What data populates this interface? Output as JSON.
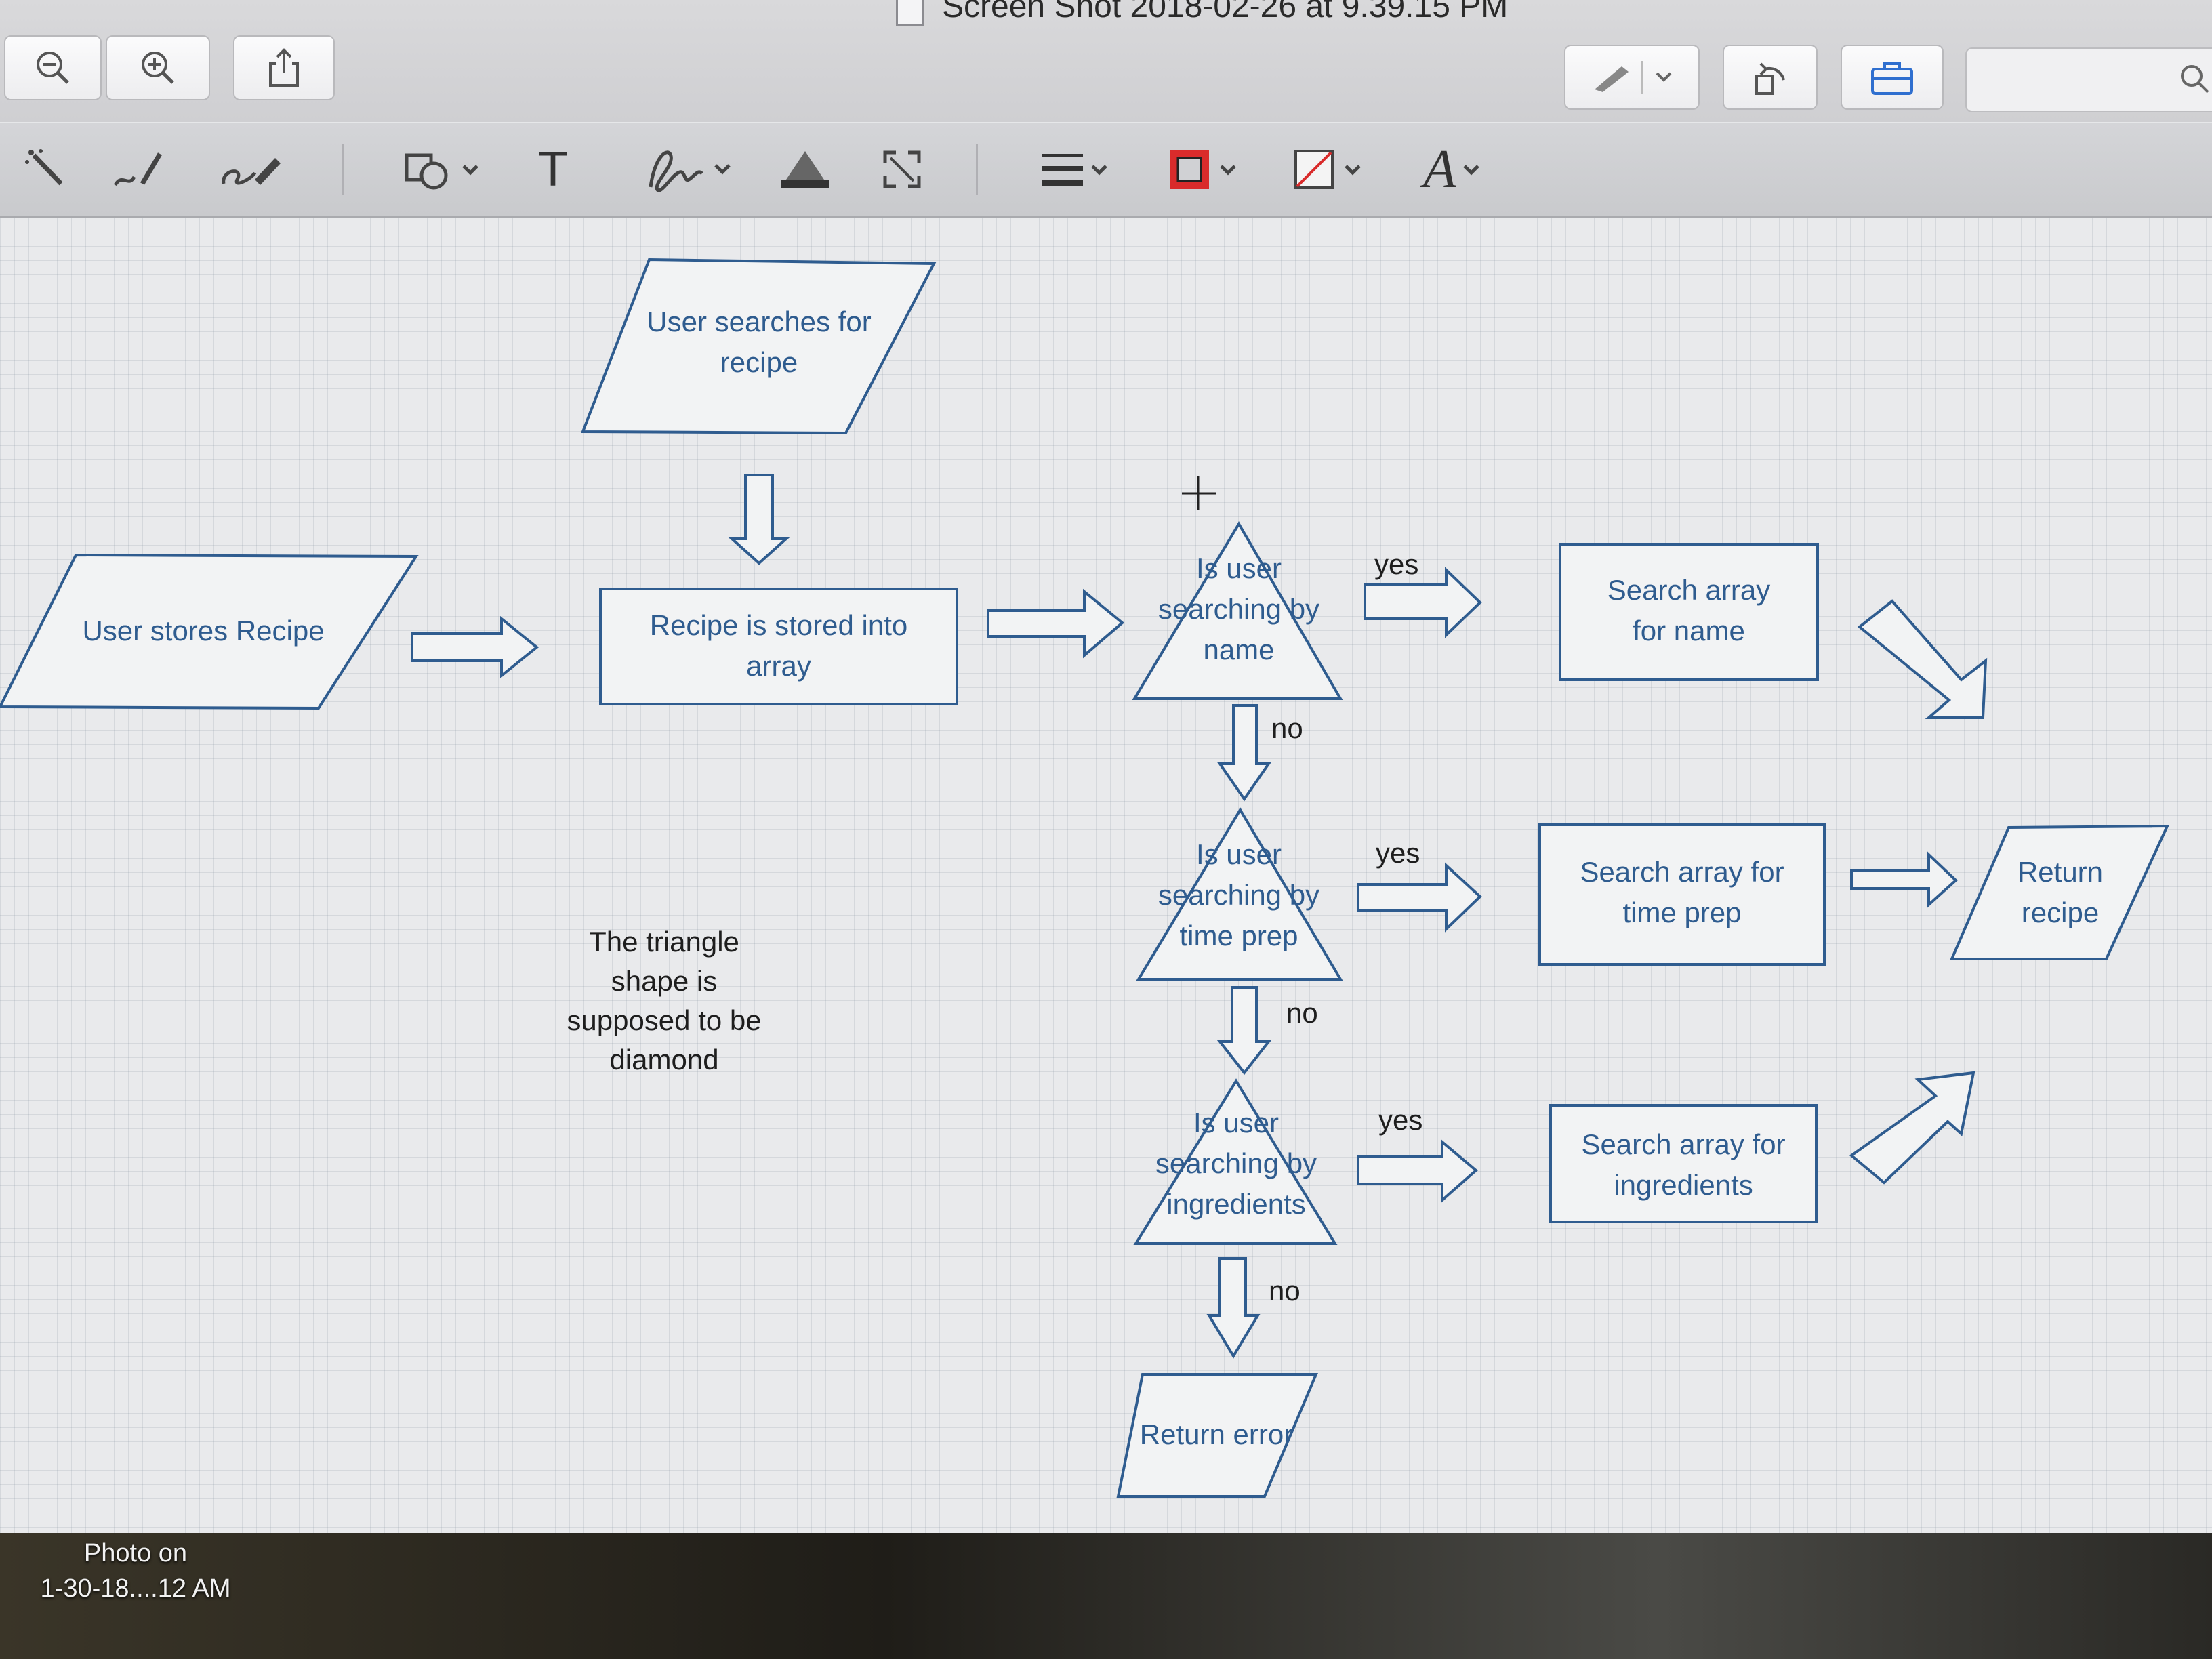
{
  "window": {
    "title": "Screen Shot 2018-02-26 at 9.39.15 PM"
  },
  "toolbar": {
    "buttons": [
      {
        "icon": "zoom-out-icon"
      },
      {
        "icon": "zoom-in-icon"
      },
      {
        "icon": "share-icon"
      },
      {
        "icon": "pen-icon"
      },
      {
        "icon": "rotate-icon"
      },
      {
        "icon": "toolbox-icon"
      },
      {
        "icon": "search-icon"
      }
    ]
  },
  "markup_toolbar": {
    "tools": [
      "instant-alpha-icon",
      "sketch-icon",
      "draw-icon",
      "shapes-icon",
      "text-icon",
      "sign-icon",
      "adjust-color-icon",
      "adjust-size-icon",
      "shape-style-icon",
      "border-color-icon",
      "fill-color-icon",
      "text-style-icon"
    ],
    "text_tool_glyph": "T",
    "text_style_glyph": "A",
    "border_color": "#d92b2b",
    "fill_color": "none"
  },
  "flowchart": {
    "colors": {
      "shape_stroke": "#2f5c8f",
      "label": "#2f5c8f"
    },
    "nodes": {
      "user_searches": "User searches for\nrecipe",
      "user_stores": "User stores Recipe",
      "stored_into_array": "Recipe is stored into\narray",
      "decision_name": "Is user\nsearching by\nname",
      "decision_time": "Is user\nsearching by\ntime prep",
      "decision_ingredients": "Is user\nsearching by\ningredients",
      "search_name": "Search array\nfor name",
      "search_time": "Search array for\ntime prep",
      "search_ingredients": "Search array for\ningredients",
      "return_recipe": "Return\nrecipe",
      "return_error": "Return error"
    },
    "edge_labels": {
      "yes_1": "yes",
      "no_1": "no",
      "yes_2": "yes",
      "no_2": "no",
      "yes_3": "yes",
      "no_3": "no"
    },
    "note": "The triangle\nshape is\nsupposed to be\ndiamond"
  },
  "desktop": {
    "file_label": "Photo on\n1-30-18....12 AM"
  }
}
